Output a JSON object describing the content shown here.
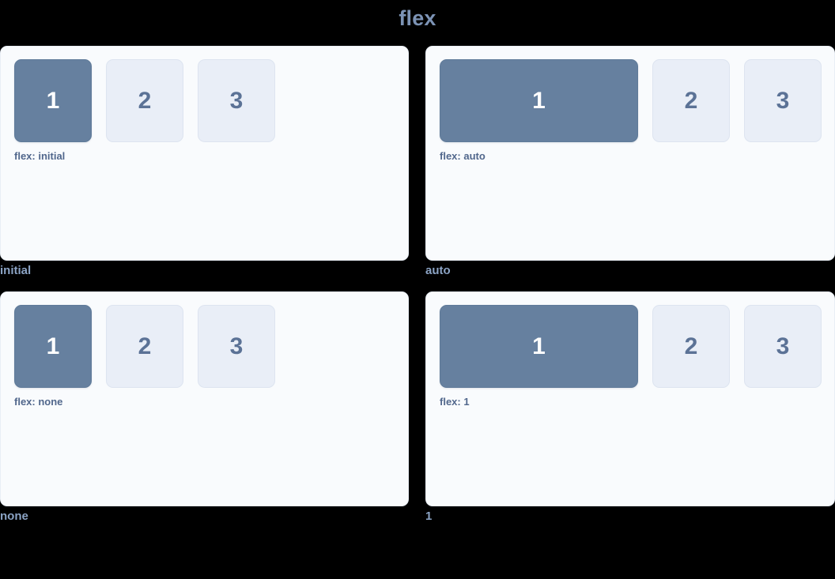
{
  "page": {
    "title": "flex",
    "background": "#000000",
    "title_color": "#7c93b5"
  },
  "theme": {
    "card_bg": "#f9fbfd",
    "card_border": "#e9eef5",
    "box_primary_bg": "#66809f",
    "box_primary_text": "#ffffff",
    "box_plain_bg": "#e9eef7",
    "box_plain_border": "#dde4f0",
    "box_plain_text": "#5b7296",
    "caption_color": "#51678c",
    "label_color": "#8ba3c4"
  },
  "demos": [
    {
      "label": "initial",
      "caption": "flex: initial",
      "items": [
        {
          "text": "1",
          "style": "primary"
        },
        {
          "text": "2",
          "style": "plain"
        },
        {
          "text": "3",
          "style": "plain"
        }
      ]
    },
    {
      "label": "auto",
      "caption": "flex: auto",
      "items": [
        {
          "text": "1",
          "style": "primary"
        },
        {
          "text": "2",
          "style": "plain"
        },
        {
          "text": "3",
          "style": "plain"
        }
      ]
    },
    {
      "label": "none",
      "caption": "flex: none",
      "items": [
        {
          "text": "1",
          "style": "primary"
        },
        {
          "text": "2",
          "style": "plain"
        },
        {
          "text": "3",
          "style": "plain"
        }
      ]
    },
    {
      "label": "1",
      "caption": "flex: 1",
      "items": [
        {
          "text": "1",
          "style": "primary"
        },
        {
          "text": "2",
          "style": "plain"
        },
        {
          "text": "3",
          "style": "plain"
        }
      ]
    }
  ]
}
